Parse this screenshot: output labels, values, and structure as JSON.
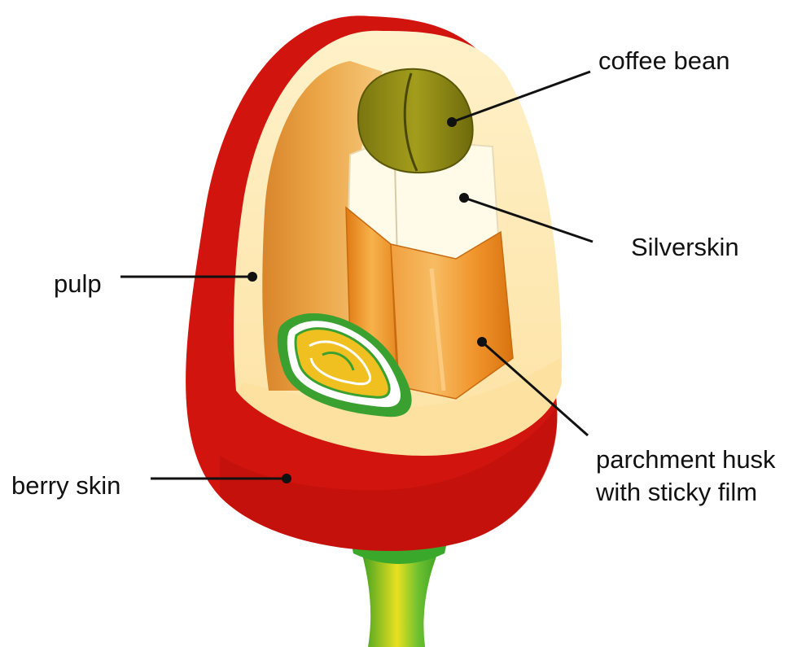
{
  "labels": {
    "coffee_bean": "coffee bean",
    "silverskin": "Silverskin",
    "pulp": "pulp",
    "berry_skin": "berry skin",
    "parchment_line1": "parchment husk",
    "parchment_line2": "with sticky film"
  },
  "colors": {
    "berry_skin": "#d2140e",
    "pulp": "#fde6b0",
    "bean": "#8c8a14",
    "silverskin": "#fffdf0",
    "parchment": "#f09a2a",
    "embryo": "#f0c020",
    "stem": "#3cae2a",
    "leader_line": "#111111"
  }
}
